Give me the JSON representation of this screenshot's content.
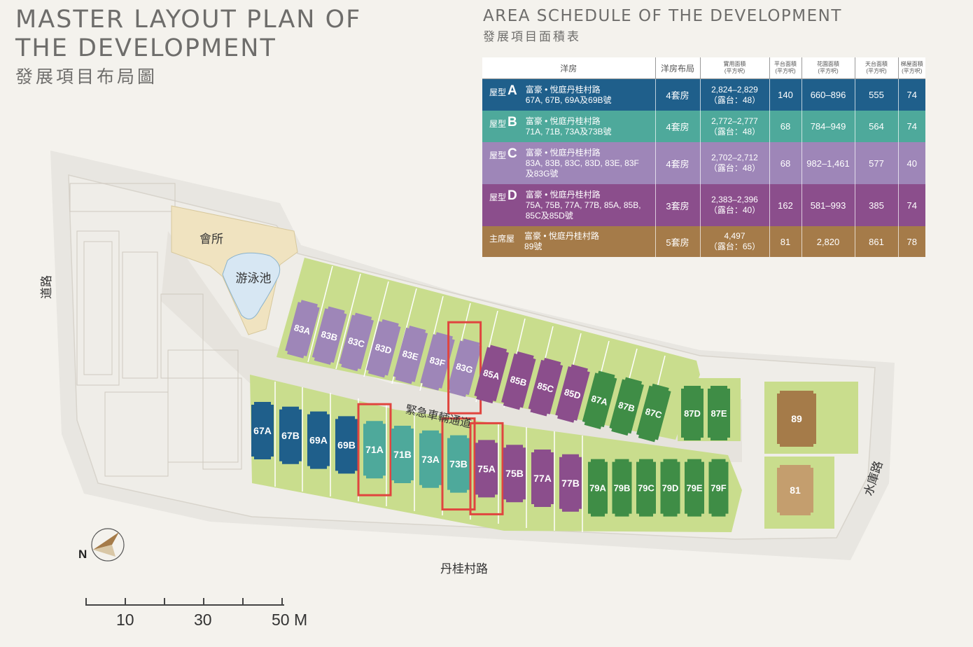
{
  "title": {
    "en_line1": "MASTER LAYOUT PLAN OF",
    "en_line2": "THE DEVELOPMENT",
    "zh": "發展項目布局圖"
  },
  "schedule": {
    "title_en": "AREA SCHEDULE OF THE DEVELOPMENT",
    "title_zh": "發展項目面積表",
    "headers": [
      "洋房",
      "洋房布局",
      "實用面積\n(平方呎)",
      "平台面積\n(平方呎)",
      "花園面積\n(平方呎)",
      "天台面積\n(平方呎)",
      "梯屋面積\n(平方呎)"
    ],
    "rows": [
      {
        "type_label": "屋型",
        "letter": "A",
        "name": "富豪 • 悅庭丹桂村路",
        "units": "67A, 67B, 69A及69B號",
        "layout": "4套房",
        "saleable": "2,824–2,829",
        "terrace": "（露台：48）",
        "platform": "140",
        "garden": "660–896",
        "roof": "555",
        "stair": "74",
        "color": "#1f5f8b"
      },
      {
        "type_label": "屋型",
        "letter": "B",
        "name": "富豪 • 悅庭丹桂村路",
        "units": "71A, 71B, 73A及73B號",
        "layout": "4套房",
        "saleable": "2,772–2,777",
        "terrace": "（露台：48）",
        "platform": "68",
        "garden": "784–949",
        "roof": "564",
        "stair": "74",
        "color": "#4ea99b"
      },
      {
        "type_label": "屋型",
        "letter": "C",
        "name": "富豪 • 悅庭丹桂村路",
        "units": "83A, 83B, 83C, 83D, 83E, 83F及83G號",
        "layout": "4套房",
        "saleable": "2,702–2,712",
        "terrace": "（露台：48）",
        "platform": "68",
        "garden": "982–1,461",
        "roof": "577",
        "stair": "40",
        "color": "#9e86b8"
      },
      {
        "type_label": "屋型",
        "letter": "D",
        "name": "富豪 • 悅庭丹桂村路",
        "units": "75A, 75B, 77A, 77B, 85A, 85B, 85C及85D號",
        "layout": "3套房",
        "saleable": "2,383–2,396",
        "terrace": "（露台：40）",
        "platform": "162",
        "garden": "581–993",
        "roof": "385",
        "stair": "74",
        "color": "#8b4e8c"
      },
      {
        "type_label": "主席屋",
        "letter": "",
        "name": "富豪 • 悅庭丹桂村路",
        "units": "89號",
        "layout": "5套房",
        "saleable": "4,497",
        "terrace": "（露台：65）",
        "platform": "81",
        "garden": "2,820",
        "roof": "861",
        "stair": "78",
        "color": "#a57b49"
      }
    ]
  },
  "map": {
    "clubhouse": "會所",
    "pool": "游泳池",
    "emergency_road": "緊急車輛通道",
    "road_left": "道路",
    "road_bottom": "丹桂村路",
    "road_right": "水庫路",
    "north": "N"
  },
  "houses": {
    "north_row": [
      "83A",
      "83B",
      "83C",
      "83D",
      "83E",
      "83F",
      "83G",
      "85A",
      "85B",
      "85C",
      "85D",
      "87A",
      "87B",
      "87C"
    ],
    "north_east": [
      "87D",
      "87E"
    ],
    "south_row": [
      "67A",
      "67B",
      "69A",
      "69B",
      "71A",
      "71B",
      "73A",
      "73B",
      "75A",
      "75B",
      "77A",
      "77B",
      "79A",
      "79B",
      "79C",
      "79D",
      "79E",
      "79F"
    ],
    "large": [
      "89",
      "81"
    ]
  },
  "highlighted": [
    "83G",
    "71A",
    "73B",
    "75A"
  ],
  "scale": {
    "labels": [
      "10",
      "30",
      "50 M"
    ]
  },
  "colors": {
    "A": "#1f5f8b",
    "B": "#4ea99b",
    "C": "#9e86b8",
    "D": "#8b4e8c",
    "E": "#3f8d46",
    "chairman": "#a57b49",
    "highlight": "#e0453f"
  }
}
